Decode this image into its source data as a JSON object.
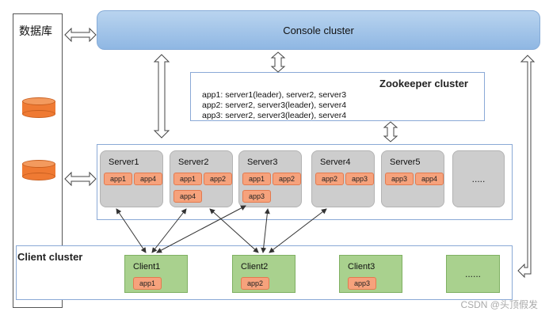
{
  "database": {
    "title": "数据库"
  },
  "console": {
    "label": "Console cluster"
  },
  "zookeeper": {
    "title": "Zookeeper cluster",
    "lines": [
      "app1: server1(leader), server2, server3",
      "app2: server2, server3(leader), server4",
      "app3: server2, server3(leader), server4"
    ]
  },
  "servers": [
    {
      "name": "Server1",
      "apps": [
        "app1",
        "app4"
      ]
    },
    {
      "name": "Server2",
      "apps": [
        "app1",
        "app2",
        "app4"
      ]
    },
    {
      "name": "Server3",
      "apps": [
        "app1",
        "app2",
        "app3"
      ]
    },
    {
      "name": "Server4",
      "apps": [
        "app2",
        "app3"
      ]
    },
    {
      "name": "Server5",
      "apps": [
        "app3",
        "app4"
      ]
    },
    {
      "name": "",
      "more": "....."
    }
  ],
  "client_cluster": {
    "title": "Client cluster",
    "clients": [
      {
        "name": "Client1",
        "app": "app1"
      },
      {
        "name": "Client2",
        "app": "app2"
      },
      {
        "name": "Client3",
        "app": "app3"
      },
      {
        "name": "",
        "more": "......"
      }
    ]
  },
  "watermark": "CSDN @头顶假发",
  "colors": {
    "console_fill": "#a9c8ea",
    "server_fill": "#cdcdcd",
    "app_fill": "#f6a27c",
    "client_fill": "#a9d18e",
    "database_fill": "#ef7a33",
    "border_blue": "#8aa9d6"
  }
}
